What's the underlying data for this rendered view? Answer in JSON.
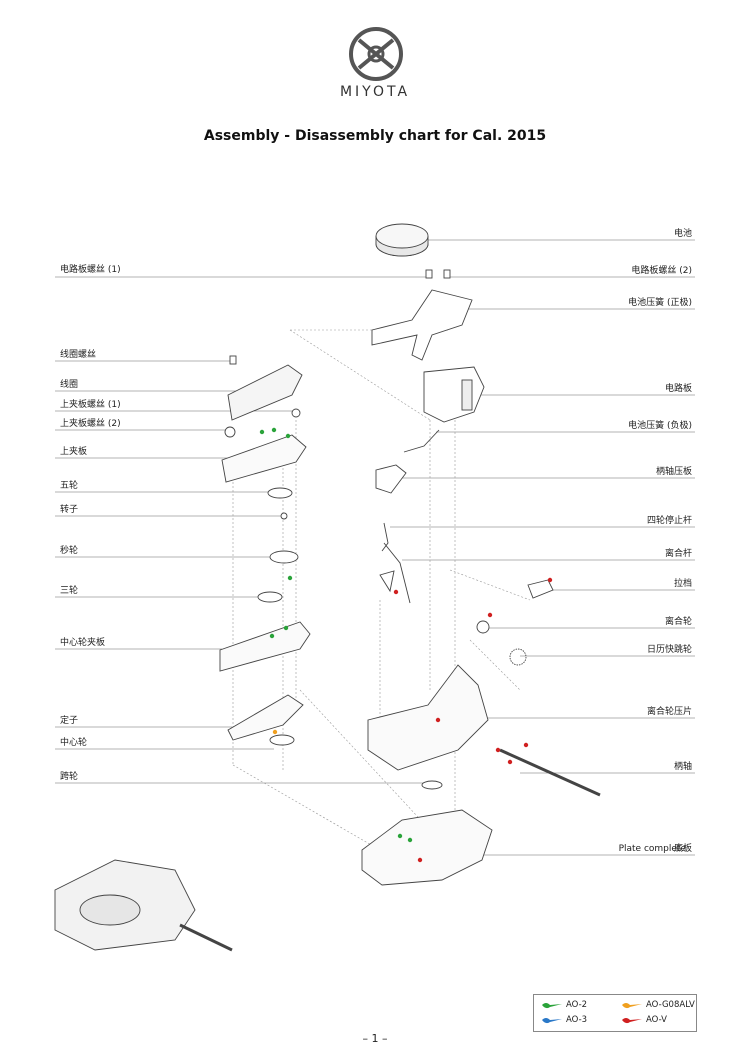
{
  "header": {
    "brand": "MIYOTA",
    "title": "Assembly - Disassembly chart for Cal. 2015"
  },
  "parts_left": [
    "电路板螺丝 (1)",
    "线圈螺丝",
    "线圈",
    "上夹板螺丝 (1)",
    "上夹板螺丝 (2)",
    "上夹板",
    "五轮",
    "转子",
    "秒轮",
    "三轮",
    "中心轮夹板",
    "定子",
    "中心轮",
    "跨轮"
  ],
  "parts_right": [
    "电池",
    "电路板螺丝 (2)",
    "电池压簧 (正极)",
    "电路板",
    "电池压簧 (负极)",
    "柄轴压板",
    "四轮停止杆",
    "离合杆",
    "拉档",
    "离合轮",
    "日历快跳轮",
    "离合轮压片",
    "柄轴",
    "Plate complete",
    "底板"
  ],
  "legend": {
    "items": [
      {
        "label": "AO-2",
        "color": "#2aa33a"
      },
      {
        "label": "AO-G08ALV",
        "color": "#f0a020"
      },
      {
        "label": "AO-3",
        "color": "#2a78c8"
      },
      {
        "label": "AO-V",
        "color": "#d02020"
      }
    ]
  },
  "footer": {
    "page": "– 1 –"
  },
  "colors": {
    "line": "#9a9a9a",
    "drawing": "#444444"
  }
}
